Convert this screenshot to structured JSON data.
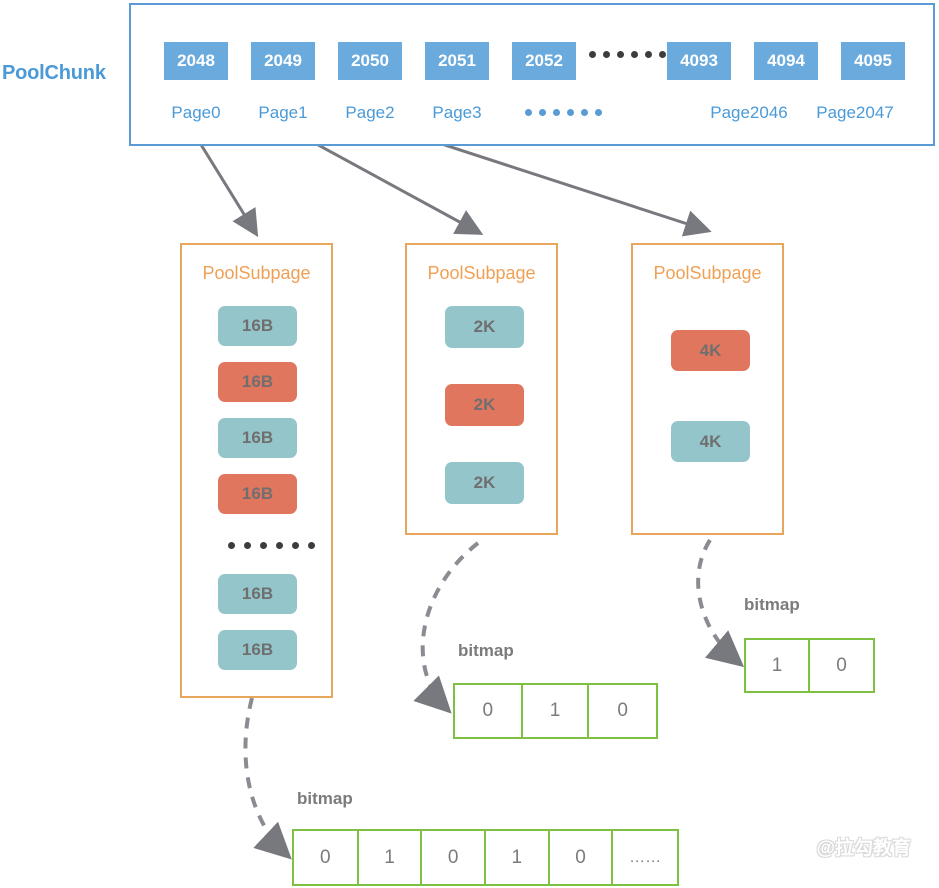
{
  "diagram": {
    "title": "PoolChunk and PoolSubpage memory layout",
    "watermark": "@拉勾教育",
    "colors": {
      "chunk_border": "#5b9bd5",
      "chunk_cell": "#6aaadd",
      "chunk_label": "#4a9ad8",
      "subpage_border": "#e8a55c",
      "subpage_title": "#f0a055",
      "slot_free": "#94c5ca",
      "slot_used": "#e1765e",
      "bitmap_border": "#7ec142",
      "arrow": "#77797f",
      "text_gray": "#7b7b7b"
    }
  },
  "chunk": {
    "label": "PoolChunk",
    "memory_ids": [
      "2048",
      "2049",
      "2050",
      "2051",
      "2052",
      "4093",
      "4094",
      "4095"
    ],
    "page_labels": [
      "Page0",
      "Page1",
      "Page2",
      "Page3",
      "Page2046",
      "Page2047"
    ],
    "ellipsis_between_ids": "••••••",
    "ellipsis_between_pages": "••••••"
  },
  "subpages": [
    {
      "title": "PoolSubpage",
      "slots_top": [
        {
          "label": "16B",
          "state": "free"
        },
        {
          "label": "16B",
          "state": "used"
        },
        {
          "label": "16B",
          "state": "free"
        },
        {
          "label": "16B",
          "state": "used"
        }
      ],
      "ellipsis": "••••••",
      "slots_bottom": [
        {
          "label": "16B",
          "state": "free"
        },
        {
          "label": "16B",
          "state": "free"
        }
      ]
    },
    {
      "title": "PoolSubpage",
      "slots_top": [
        {
          "label": "2K",
          "state": "free"
        },
        {
          "label": "2K",
          "state": "used"
        },
        {
          "label": "2K",
          "state": "free"
        }
      ],
      "ellipsis": "",
      "slots_bottom": []
    },
    {
      "title": "PoolSubpage",
      "slots_top": [
        {
          "label": "4K",
          "state": "used"
        },
        {
          "label": "4K",
          "state": "free"
        }
      ],
      "ellipsis": "",
      "slots_bottom": []
    }
  ],
  "bitmaps": [
    {
      "label": "bitmap",
      "cells": [
        "0",
        "1",
        "0",
        "1",
        "0",
        "……"
      ]
    },
    {
      "label": "bitmap",
      "cells": [
        "0",
        "1",
        "0"
      ]
    },
    {
      "label": "bitmap",
      "cells": [
        "1",
        "0"
      ]
    }
  ]
}
